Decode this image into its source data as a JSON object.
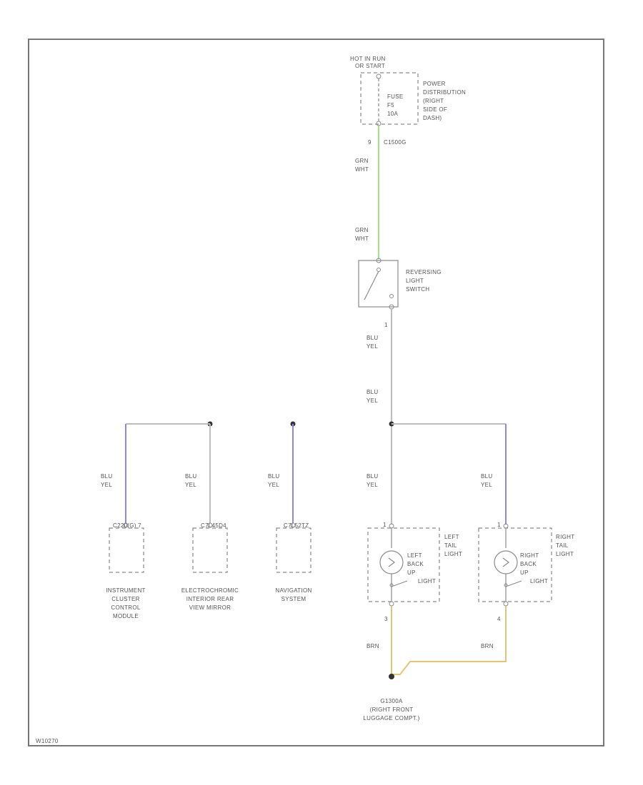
{
  "colors": {
    "frame": "#777777",
    "wire_gray": "#bdbdbd",
    "wire_green": "#9be87e",
    "wire_blue": "#8f86e6",
    "wire_tan": "#e8c472",
    "text": "#555555"
  },
  "power": {
    "hot_label": [
      "HOT IN RUN",
      "OR START"
    ],
    "fuse_label": [
      "FUSE",
      "F5",
      "10A"
    ],
    "pdb_label": [
      "POWER",
      "DISTRIBUTION",
      "(RIGHT",
      "SIDE OF",
      "DASH)"
    ],
    "pin": "9",
    "connector": "C1500G"
  },
  "wire_upper": {
    "label_a": [
      "GRN",
      "WHT"
    ],
    "label_b": [
      "GRN",
      "WHT"
    ]
  },
  "switch": {
    "label": [
      "REVERSING",
      "LIGHT",
      "SWITCH"
    ],
    "pin_out": "1"
  },
  "wire_mid": {
    "label_a": [
      "BLU",
      "YEL"
    ],
    "label_b": [
      "BLU",
      "YEL"
    ]
  },
  "branches": [
    {
      "wire": [
        "BLU",
        "YEL"
      ],
      "connector": "C220(G) 7",
      "name": [
        "INSTRUMENT",
        "CLUSTER",
        "CONTROL",
        "MODULE"
      ]
    },
    {
      "wire": [
        "BLU",
        "YEL"
      ],
      "connector": "C7L45D4",
      "name": [
        "ELECTROCHROMIC",
        "INTERIOR REAR",
        "VIEW MIRROR"
      ]
    },
    {
      "wire": [
        "BLU",
        "YEL"
      ],
      "connector": "C7L52TZ",
      "name": [
        "NAVIGATION",
        "SYSTEM"
      ]
    }
  ],
  "lamps": [
    {
      "wire": [
        "BLU",
        "YEL"
      ],
      "pin_top": "1",
      "pin_bottom": "3",
      "unit": [
        "LEFT",
        "TAIL",
        "LIGHT"
      ],
      "bulb": [
        "LEFT",
        "BACK",
        "UP",
        "LIGHT"
      ],
      "ground_wire": "BRN"
    },
    {
      "wire": [
        "BLU",
        "YEL"
      ],
      "pin_top": "1",
      "pin_bottom": "4",
      "unit": [
        "RIGHT",
        "TAIL",
        "LIGHT"
      ],
      "bulb": [
        "RIGHT",
        "BACK",
        "UP",
        "LIGHT"
      ],
      "ground_wire": "BRN"
    }
  ],
  "ground": {
    "label": [
      "G1300A",
      "(RIGHT FRONT",
      "LUGGAGE COMPT.)"
    ]
  },
  "footer_code": "W10270"
}
